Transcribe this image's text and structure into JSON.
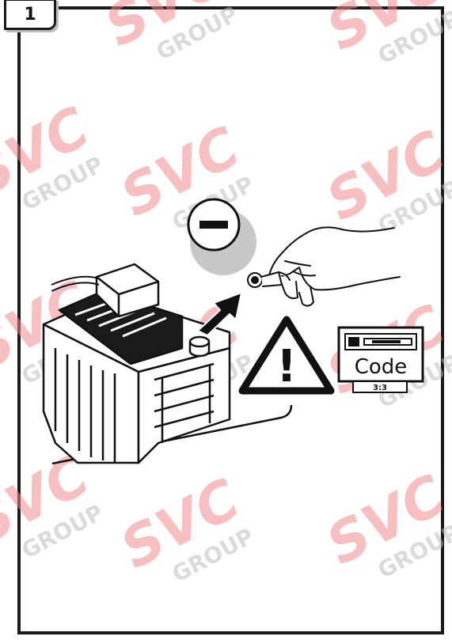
{
  "step": {
    "number": "1"
  },
  "watermark": {
    "brand": "SVC",
    "group": "GROUP",
    "color": "#f08a8a",
    "group_color": "#9e9e9e"
  },
  "polarity": {
    "symbol": "minus",
    "label": "negative-terminal"
  },
  "warning": {
    "symbol": "!"
  },
  "code_card": {
    "label": "Code",
    "sub": "3:3"
  }
}
